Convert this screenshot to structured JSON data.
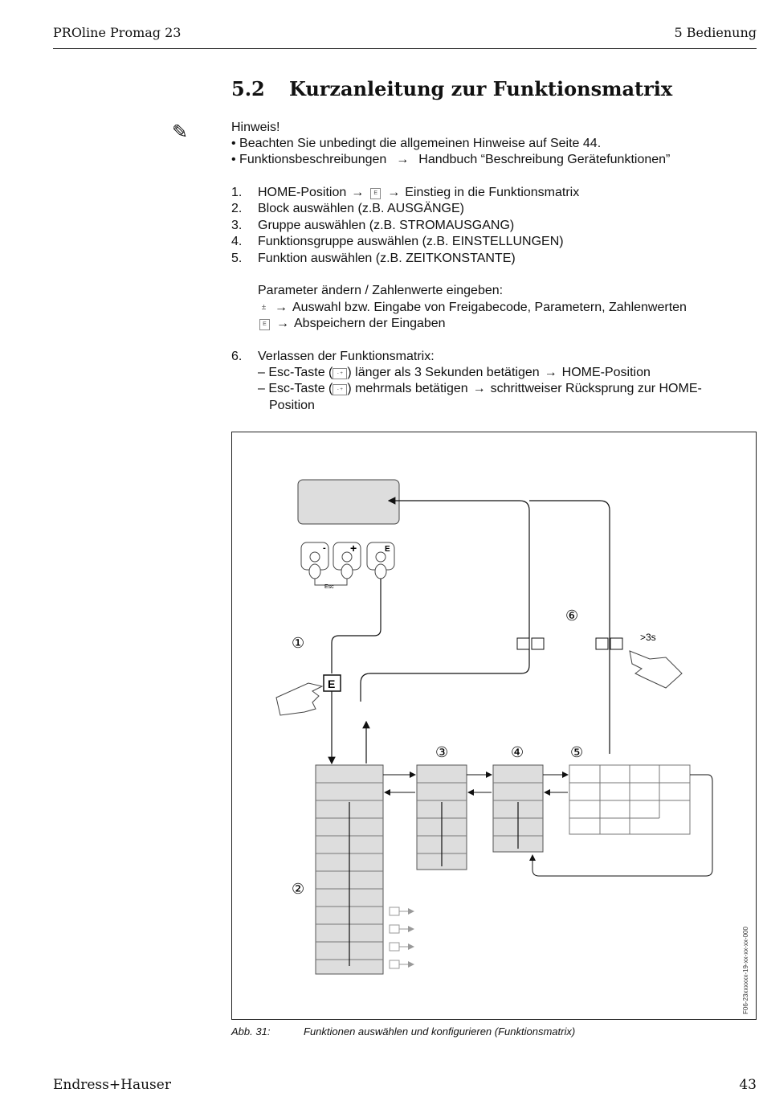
{
  "header": {
    "left": "PROline Promag 23",
    "right": "5  Bedienung"
  },
  "section": {
    "number": "5.2",
    "title": "Kurzanleitung zur Funktionsmatrix"
  },
  "note": {
    "icon": "pencil-icon",
    "title": "Hinweis!",
    "bullet1": "• Beachten Sie unbedingt die allgemeinen Hinweise auf Seite 44.",
    "bullet2_a": "• Funktionsbeschreibungen",
    "bullet2_b": "Handbuch “Beschreibung Gerätefunktionen”"
  },
  "steps": [
    {
      "num": "1.",
      "a": "HOME-Position",
      "key": "E",
      "b": "Einstieg in die Funktionsmatrix"
    },
    {
      "num": "2.",
      "text": "Block auswählen (z.B. AUSGÄNGE)"
    },
    {
      "num": "3.",
      "text": "Gruppe auswählen (z.B. STROMAUSGANG)"
    },
    {
      "num": "4.",
      "text": "Funktionsgruppe auswählen (z.B. EINSTELLUNGEN)"
    },
    {
      "num": "5.",
      "text": "Funktion auswählen (z.B. ZEITKONSTANTE)"
    }
  ],
  "params": {
    "title": "Parameter ändern / Zahlenwerte eingeben:",
    "line1": "Auswahl bzw. Eingabe von Freigabecode, Parametern, Zahlenwerten",
    "line2_key": "E",
    "line2": "Abspeichern der Eingaben"
  },
  "step6": {
    "num": "6.",
    "title": "Verlassen der Funktionsmatrix:",
    "l1_a": "– Esc-Taste (",
    "l1_b": ") länger als 3 Sekunden betätigen",
    "l1_c": "HOME-Position",
    "l2_a": "– Esc-Taste (",
    "l2_b": ") mehrmals betätigen",
    "l2_c": "schrittweiser Rücksprung zur HOME-",
    "l2_d": "Position"
  },
  "arrow_glyph": "→",
  "figure": {
    "keys": {
      "minus": "-",
      "plus": "+",
      "enter": "E",
      "esc": "Esc"
    },
    "circles": [
      "①",
      "②",
      "③",
      "④",
      "⑤",
      "⑥"
    ],
    "timer": ">3s",
    "btn_e": "E",
    "code": "F06-23xxxxxx-19-xx-xx-xx-000"
  },
  "caption": {
    "label": "Abb. 31:",
    "text": "Funktionen auswählen und konfigurieren (Funktionsmatrix)"
  },
  "footer": {
    "left": "Endress+Hauser",
    "right": "43"
  }
}
